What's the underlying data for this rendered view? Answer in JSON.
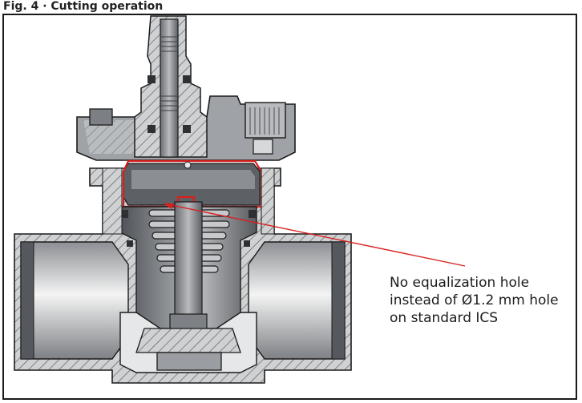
{
  "figure": {
    "caption": "Fig. 4 · Cutting  operation"
  },
  "annotation": {
    "line1": "No equalization hole",
    "line2": "instead of Ø1.2 mm hole",
    "line3": "on standard ICS"
  },
  "colors": {
    "steel_dark": "#5f6266",
    "steel_mid": "#9a9da1",
    "steel_light": "#c9cbce",
    "highlight": "#d9201f",
    "leader": "#d9201f",
    "outline": "#1b1b1b"
  },
  "icons": {
    "drawing": "valve-cross-section"
  }
}
